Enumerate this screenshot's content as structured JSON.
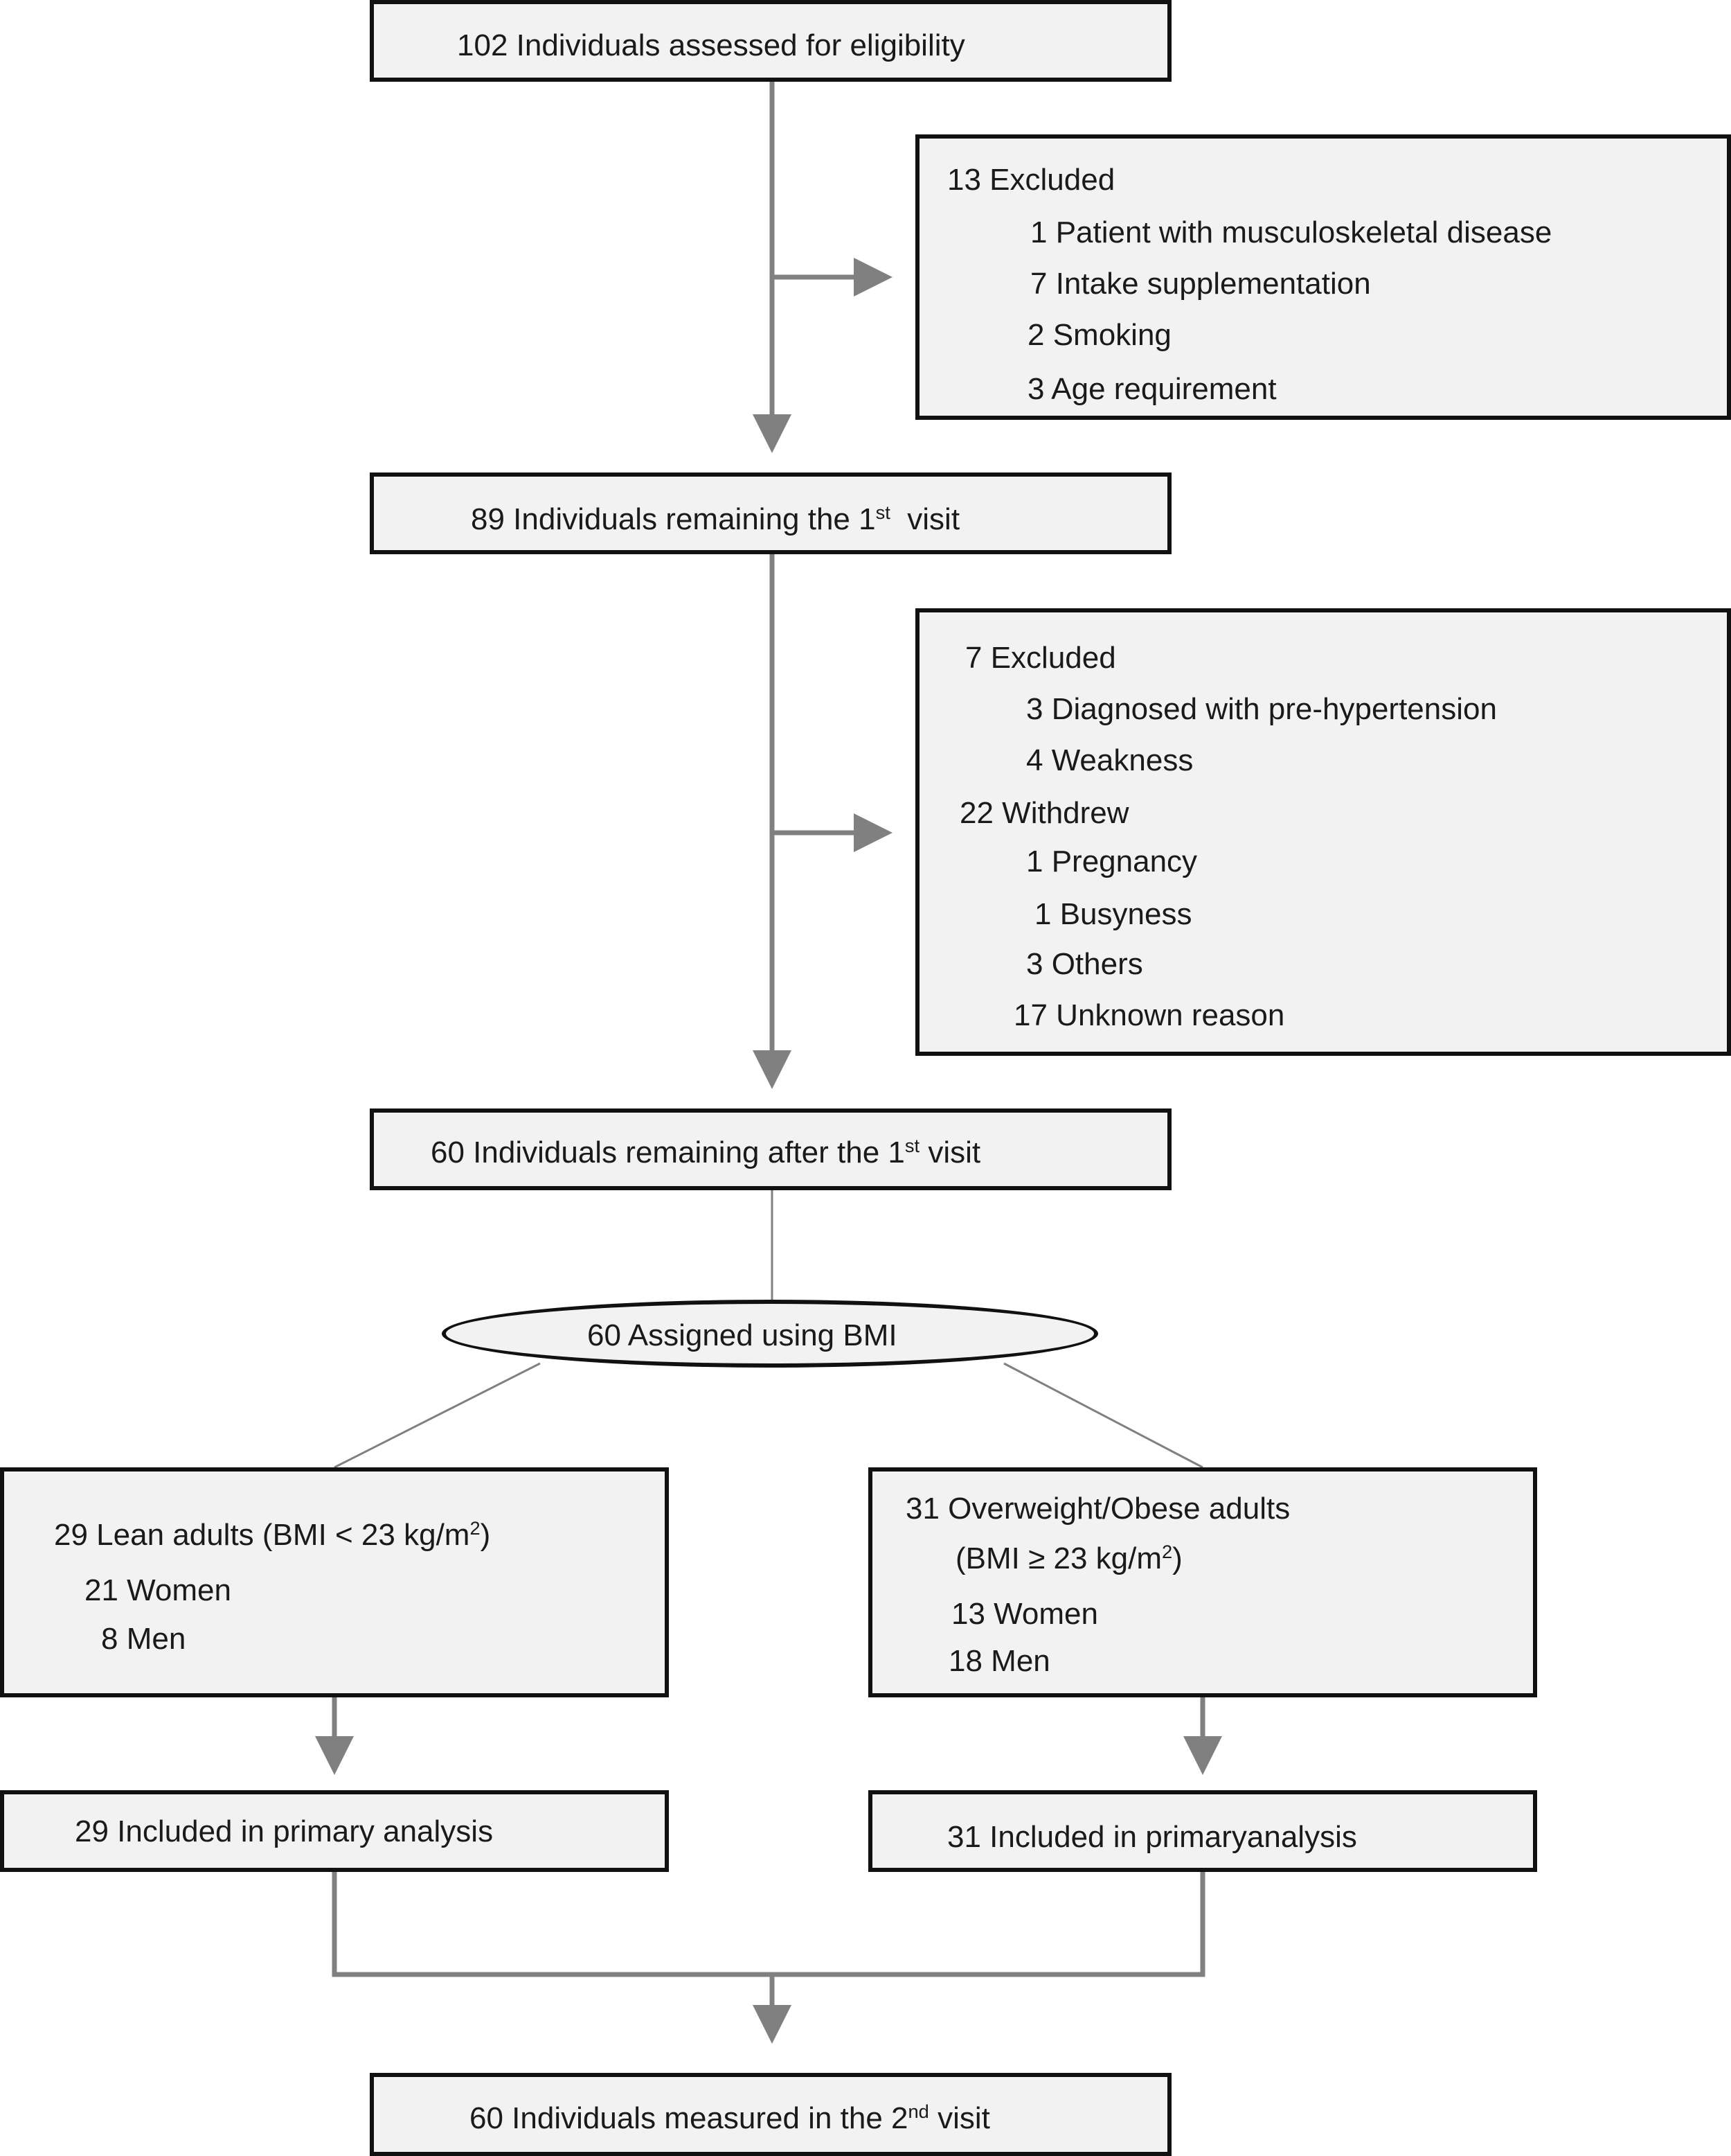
{
  "flowchart": {
    "eligibility": {
      "text": "102 Individuals assessed for eligibility"
    },
    "excluded_1": {
      "header": "13 Excluded",
      "items": [
        "1 Patient with musculoskeletal disease",
        "7 Intake supplementation",
        "2 Smoking",
        "3 Age requirement"
      ]
    },
    "remaining_1st": {
      "text_before": "89 Individuals remaining the 1",
      "sup": "st",
      "text_after": "visit"
    },
    "excluded_2": {
      "header": "7 Excluded",
      "items": [
        "3 Diagnosed with pre-hypertension",
        "4 Weakness"
      ],
      "withdrew_header": "22 Withdrew",
      "withdrew_items": [
        "1 Pregnancy",
        "1 Busyness",
        "3 Others",
        "17 Unknown reason"
      ]
    },
    "remaining_after": {
      "text_before": "60 Individuals remaining after the 1",
      "sup": "st",
      "text_after": "visit"
    },
    "assigned": {
      "text": "60 Assigned using BMI"
    },
    "lean": {
      "title_before": "29 Lean adults (BMI < 23 kg/m",
      "title_sup": "2",
      "title_after": ")",
      "women": "21 Women",
      "men": "8 Men"
    },
    "overweight": {
      "title": "31 Overweight/Obese adults",
      "bmi_before": "(BMI ≥ 23 kg/m",
      "bmi_sup": "2",
      "bmi_after": ")",
      "women": "13 Women",
      "men": "18 Men"
    },
    "included_lean": {
      "text": "29 Included in primary analysis"
    },
    "included_ow": {
      "text": "31 Included in primaryanalysis"
    },
    "measured": {
      "text_before": "60 Individuals measured in the 2",
      "sup": "nd",
      "text_after": "visit"
    }
  },
  "colors": {
    "connector": "#808080",
    "box_fill": "#f2f2f2",
    "box_border": "#111111"
  }
}
